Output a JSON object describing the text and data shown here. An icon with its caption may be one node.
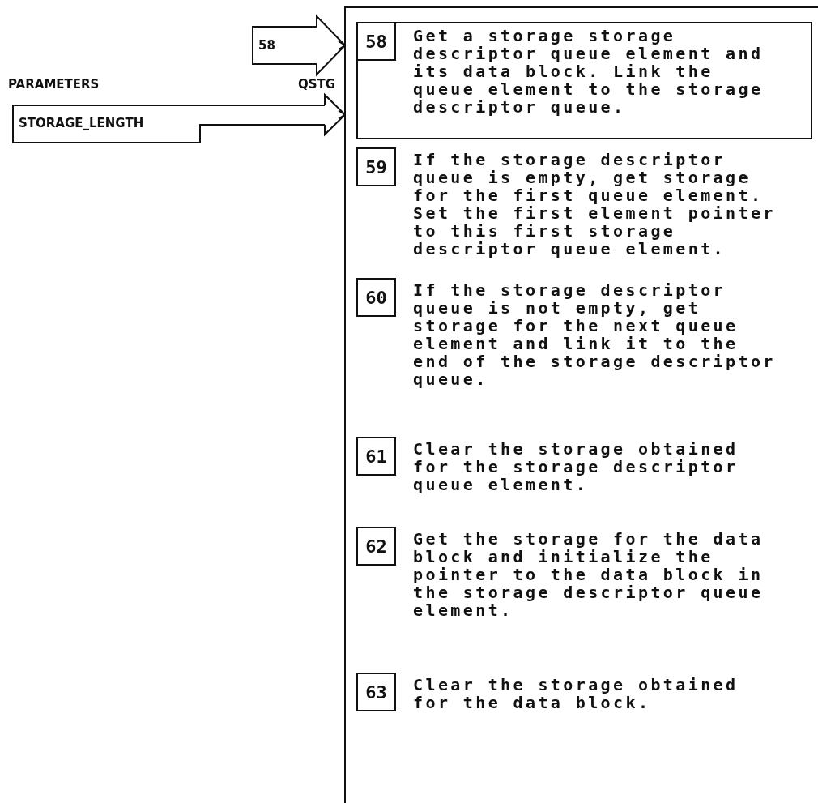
{
  "diagram": {
    "nodes": [
      {
        "text": [
          "58"
        ]
      },
      {
        "text": [
          "STORAGE_LENGTH"
        ]
      },
      {
        "text": [],
        "shape": "box"
      },
      {
        "text": [
          "Get a storage storage descriptor queue element and its data block. Link the queue element to the storage descriptor queue."
        ],
        "in": 2
      },
      {
        "text": [
          "58"
        ],
        "in": 3
      },
      {
        "text": [
          "59"
        ],
        "in": 2,
        "beside": [
          "If the storage descriptor queue is empty, get storage for the first queue element. Set the first element pointer to this first storage descriptor queue element."
        ]
      },
      {
        "text": [
          "60"
        ],
        "in": 2,
        "beside": [
          "If the storage descriptor queue is not empty, get storage for the next queue element and link it to the end of the storage descriptor queue."
        ]
      },
      {
        "text": [
          "61"
        ],
        "in": 2,
        "beside": [
          "Clear the storage obtained for the storage descriptor queue element."
        ]
      },
      {
        "text": [
          "62"
        ],
        "in": 2,
        "beside": [
          "Get the storage for the data block and initialize the pointer to the data block in the storage descriptor queue element."
        ]
      },
      {
        "text": [
          "63"
        ],
        "in": 2,
        "beside": [
          "Clear the storage obtained for the data block."
        ]
      }
    ],
    "edges": [
      {
        "from": 0,
        "to": 2,
        "arrow": "to"
      },
      {
        "from": 1,
        "to": 2,
        "arrow": "to"
      }
    ],
    "labels": [
      "PARAMETERS",
      "QSTG"
    ]
  }
}
